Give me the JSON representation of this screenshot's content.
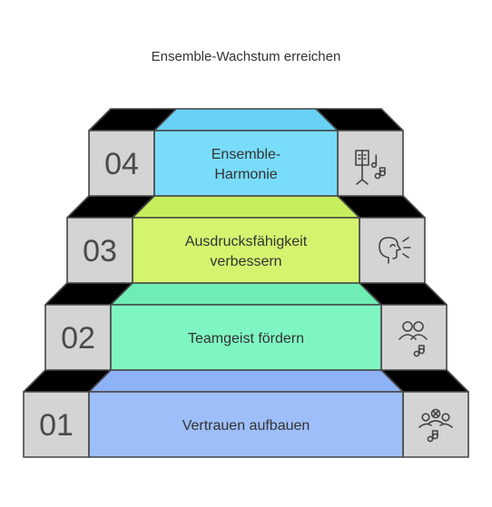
{
  "title": "Ensemble-Wachstum erreichen",
  "colors": {
    "side_face": "#d4d4d4",
    "top_face": "#c6c6c6",
    "stroke": "#454545",
    "background": "#ffffff"
  },
  "steps": [
    {
      "number": "01",
      "lines": [
        "Vertrauen aufbauen"
      ],
      "color": "#9dbef9",
      "top_color": "#8db2f6",
      "icon": "people-music-icon"
    },
    {
      "number": "02",
      "lines": [
        "Teamgeist fördern"
      ],
      "color": "#7ff6c2",
      "top_color": "#6eeeb5",
      "icon": "duo-music-icon"
    },
    {
      "number": "03",
      "lines": [
        "Ausdrucksfähigkeit",
        "verbessern"
      ],
      "color": "#d4f46f",
      "top_color": "#c7ee5c",
      "icon": "voice-expression-icon"
    },
    {
      "number": "04",
      "lines": [
        "Ensemble-",
        "Harmonie"
      ],
      "color": "#79dcfa",
      "top_color": "#68d1f5",
      "icon": "music-stand-icon"
    }
  ]
}
